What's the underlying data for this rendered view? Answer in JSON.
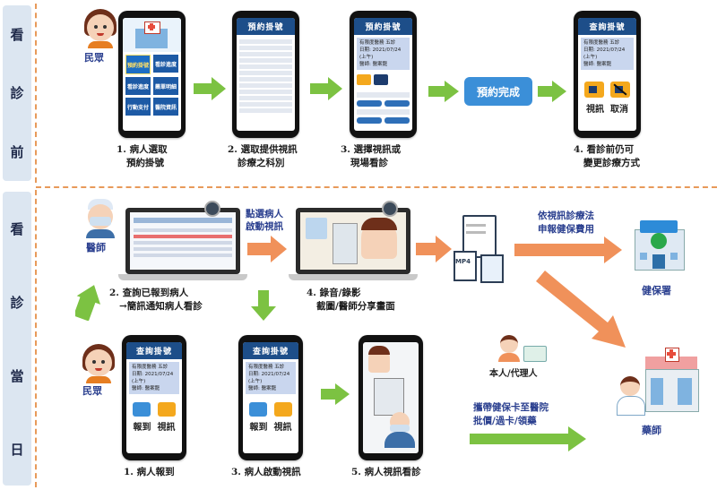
{
  "sidebar_before": [
    "看",
    "診",
    "前"
  ],
  "sidebar_day": [
    "看",
    "診",
    "當",
    "日"
  ],
  "actors": {
    "patient": "民眾",
    "doctor": "醫師",
    "nhi": "健保署",
    "pharmacist": "藥師",
    "self_proxy": "本人/代理人"
  },
  "phone_titles": {
    "appointment": "預約掛號",
    "query": "查詢掛號"
  },
  "appointment_info": {
    "line1": "有限度醫務 五診",
    "line2": "日期: 2021/07/24",
    "line3": "(上午)",
    "line4": "醫師: 醫案龍"
  },
  "menu_tiles": [
    "預約掛號",
    "看診進度",
    "看診進度",
    "藥單明細",
    "行動支付",
    "醫院資訊"
  ],
  "captions": {
    "step1": "1. 病人選取\n   預約掛號",
    "step2": "2. 選取提供視訊\n   診療之科別",
    "step3": "3. 選擇視訊或\n   現場看診",
    "step4": "4. 看診前仍可\n   變更診療方式",
    "day2": "2. 查詢已報到病人\n   →簡訊通知病人看診",
    "day4": "4. 錄音/錄影\n   截圖/醫師分享畫面",
    "p1": "1. 病人報到",
    "p3": "3. 病人啟動視訊",
    "p5": "5. 病人視訊看診"
  },
  "booking_done": "預約完成",
  "video_cancel": "視訊  取消",
  "checkin_video": "報到  視訊",
  "click_patient": "點選病人\n啟動視訊",
  "declare_nhi": "依視訊診療法\n申報健保費用",
  "card_note": "攜帶健保卡至醫院\n批價/過卡/領藥",
  "mp4_label": "MP4",
  "colors": {
    "arrow_green": "#7cc242",
    "arrow_orange": "#f0915a",
    "header_blue": "#1d4e89",
    "badge_blue": "#3b8fd8"
  }
}
